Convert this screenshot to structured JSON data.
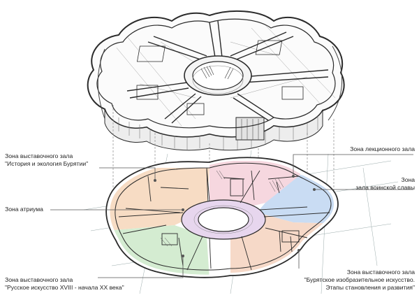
{
  "labels": {
    "zone_history": {
      "line1": "Зона выставочного зала",
      "line2": "\"История и экология Бурятии\""
    },
    "zone_lecture": {
      "line1": "Зона лекционного зала"
    },
    "zone_military": {
      "line1": "Зона",
      "line2": "зала воинской славы"
    },
    "zone_atrium": {
      "line1": "Зона атриума"
    },
    "zone_russian": {
      "line1": "Зона выставочного зала",
      "line2": "\"Русское искусство XVIII - начала XX века\""
    },
    "zone_buryat": {
      "line1": "Зона выставочного зала",
      "line2": "\"Бурятское изобразительное искусство.",
      "line3": "Этапы становления и развития\""
    }
  },
  "colors": {
    "zone_history": "#f7dcc4",
    "zone_lecture": "#f6d7df",
    "zone_military": "#c9dcf3",
    "zone_atrium": "#e7d6ee",
    "zone_russian": "#d4ecd1",
    "zone_buryat": "#f6d9c8",
    "line": "#3a3a3a",
    "leader": "#555555"
  }
}
